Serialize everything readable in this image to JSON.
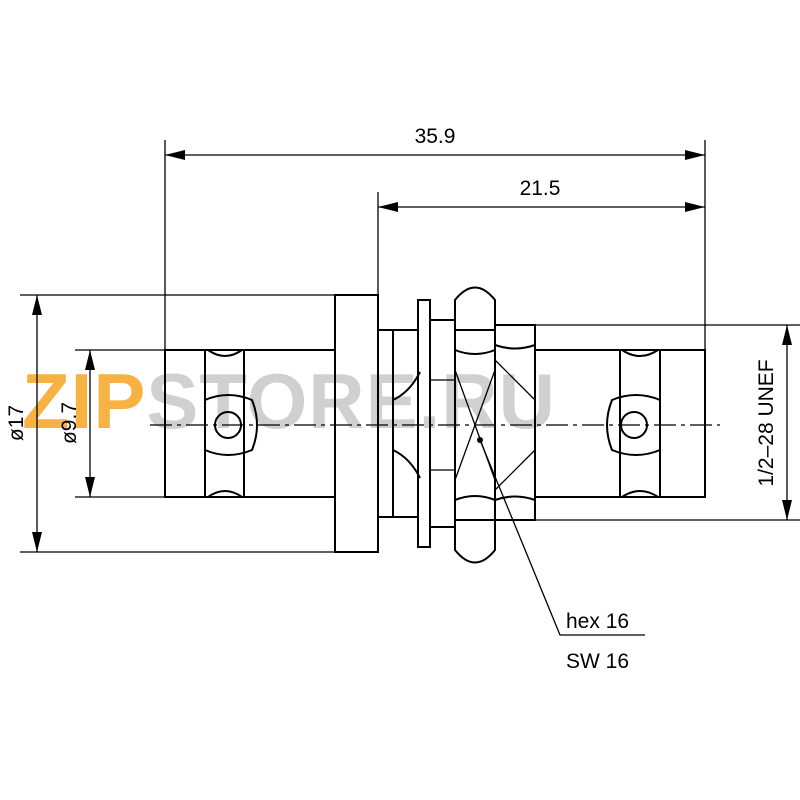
{
  "watermark": {
    "zip": "ZIP",
    "rest": "STORE.RU",
    "zip_color": "#f5a623",
    "rest_color": "#c8c8c8"
  },
  "dimensions": {
    "overall_length": "35.9",
    "right_length": "21.5",
    "flange_diameter": "ø17",
    "body_diameter": "ø9.7",
    "thread": "1/2–28 UNEF",
    "hex_label": "hex 16",
    "sw_label": "SW 16"
  }
}
